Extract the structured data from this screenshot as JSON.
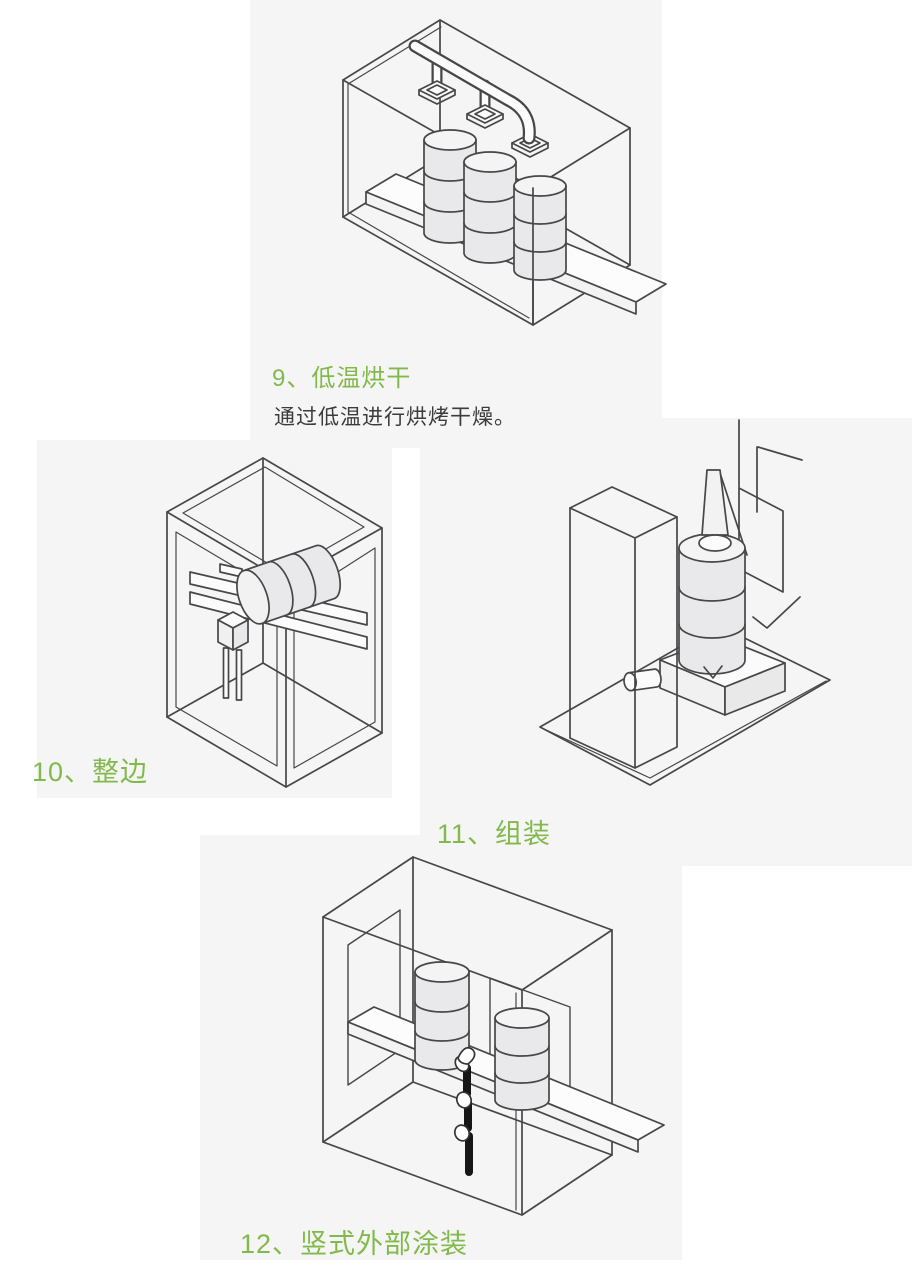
{
  "page": {
    "background": "#ffffff",
    "panel_color": "#f5f5f6",
    "accent_green": "#82b94b",
    "text_color": "#3c3c3c",
    "line_color": "#474747"
  },
  "steps": [
    {
      "title": "9、低温烘干",
      "description": "通过低温进行烘烤干燥。",
      "figure": "low-temperature-drying-oven"
    },
    {
      "title": "10、整边",
      "figure": "edge-trimming-machine"
    },
    {
      "title": "11、组装",
      "figure": "assembly-station"
    },
    {
      "title": "12、竖式外部涂装",
      "figure": "vertical-external-spray-painting-booth"
    }
  ]
}
